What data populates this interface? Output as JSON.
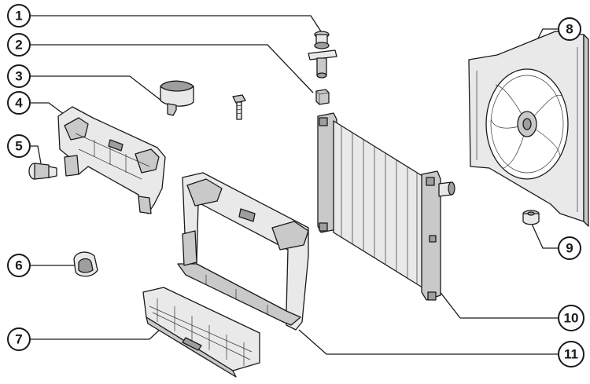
{
  "diagram": {
    "callouts": [
      {
        "number": "1"
      },
      {
        "number": "2"
      },
      {
        "number": "3"
      },
      {
        "number": "4"
      },
      {
        "number": "5"
      },
      {
        "number": "6"
      },
      {
        "number": "7"
      },
      {
        "number": "8"
      },
      {
        "number": "9"
      },
      {
        "number": "10"
      },
      {
        "number": "11"
      }
    ],
    "colors": {
      "line": "#1a1a1a",
      "part_fill": "#c9c9c9",
      "background": "#ffffff"
    }
  }
}
